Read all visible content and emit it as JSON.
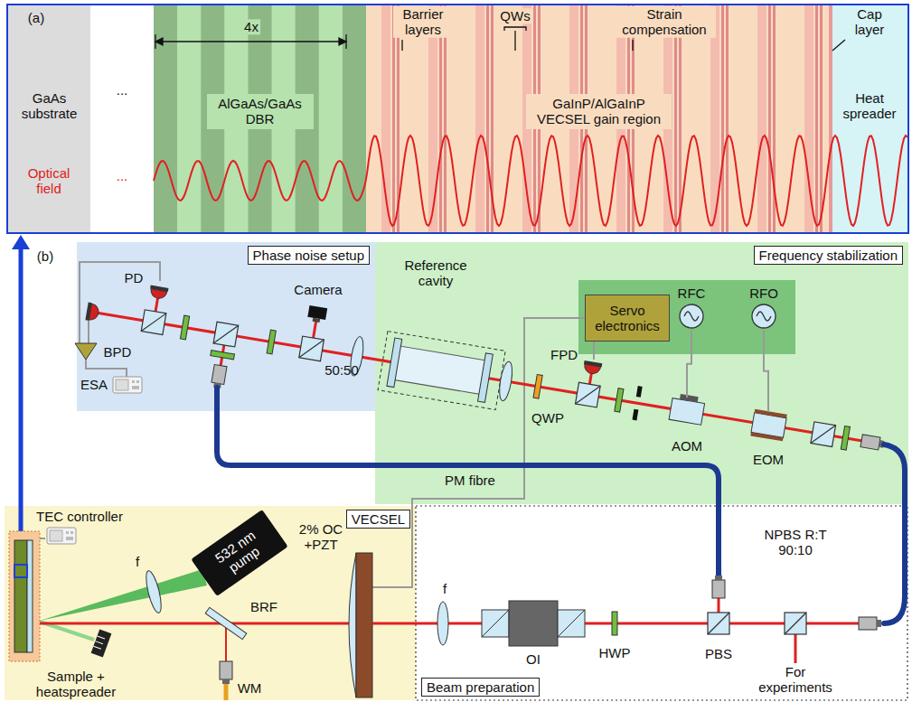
{
  "diagram": {
    "nodes": [
      {
        "text": [
          "GaAs substrate"
        ]
      },
      {
        "text": [
          "AlGaAs/GaAs DBR"
        ]
      },
      {
        "text": [
          "GaInP/AlGaInP VECSEL gain region"
        ]
      },
      {
        "text": [
          "Heat spreader"
        ]
      },
      {
        "text": [
          "Phase noise setup"
        ]
      },
      {
        "text": [
          "Frequency stabilization"
        ]
      },
      {
        "text": [
          "Servo electronics"
        ],
        "in": 5
      },
      {
        "text": [
          "RFC"
        ],
        "in": 5
      },
      {
        "text": [
          "RFO"
        ],
        "in": 5
      },
      {
        "text": [
          "AOM"
        ],
        "in": 5
      },
      {
        "text": [
          "EOM"
        ],
        "in": 5
      },
      {
        "text": [
          "VECSEL"
        ]
      },
      {
        "text": [
          "532 nm pump"
        ],
        "in": 11
      },
      {
        "text": [
          "Beam preparation"
        ]
      }
    ],
    "edges": [
      {
        "from": 7,
        "to": 9,
        "arrow": "none"
      },
      {
        "from": 8,
        "to": 10,
        "arrow": "none"
      }
    ],
    "labels": [
      "(a)",
      "4x",
      "Barrier layers",
      "QWs",
      "Strain compensation",
      "Cap layer",
      "...",
      "Optical field",
      "...",
      "(b)",
      "PD",
      "BPD",
      "ESA",
      "Camera",
      "50:50",
      "Reference cavity",
      "QWP",
      "FPD",
      "TEC controller",
      "f",
      "BRF",
      "WM",
      "2% OC +PZT",
      "PM fibre",
      "OI",
      "HWP",
      "PBS",
      "NPBS R:T 90:10",
      "For experiments",
      "Sample + heatspreader",
      "f"
    ]
  }
}
